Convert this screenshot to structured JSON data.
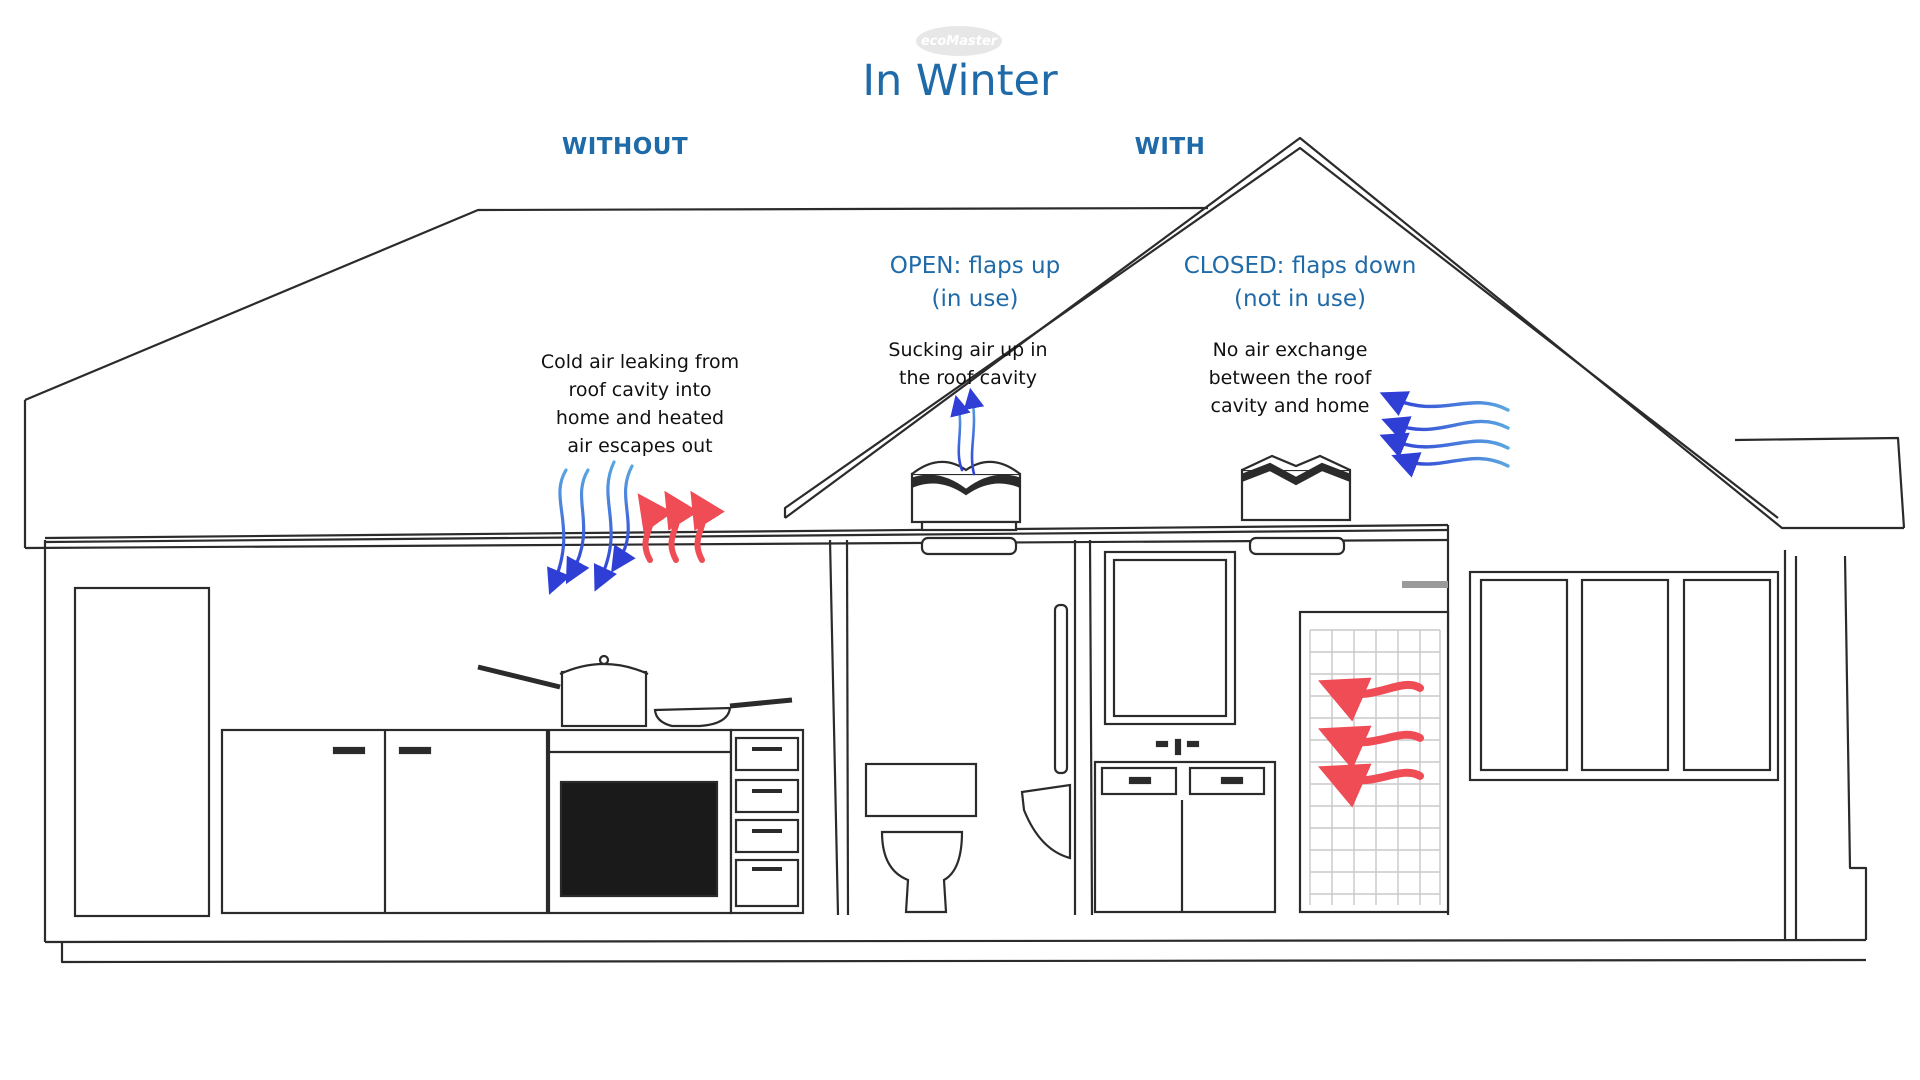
{
  "brand": {
    "logo_text": "ecoMaster"
  },
  "title": "In Winter",
  "labels": {
    "without": "WITHOUT",
    "with": "WITH",
    "open_line1": "OPEN: flaps up",
    "open_line2": "(in use)",
    "closed_line1": "CLOSED: flaps down",
    "closed_line2": "(not in use)"
  },
  "captions": {
    "cold_air": [
      "Cold air leaking from",
      "roof cavity into",
      "home and heated",
      "air escapes out"
    ],
    "sucking": [
      "Sucking air up in",
      "the roof cavity"
    ],
    "no_exchange": [
      "No air exchange",
      "between the roof",
      "cavity and home"
    ]
  },
  "colors": {
    "accent": "#1f6aa8",
    "line": "#2b2b2b",
    "cold_arrow": "#2f3fd6",
    "cold_arrow_light": "#5aa6e0",
    "warm_arrow": "#ef4c55"
  },
  "icons": [
    "ecomaster-logo",
    "cold-air-arrow-icon",
    "warm-air-arrow-icon",
    "vent-open-icon",
    "vent-closed-icon"
  ]
}
